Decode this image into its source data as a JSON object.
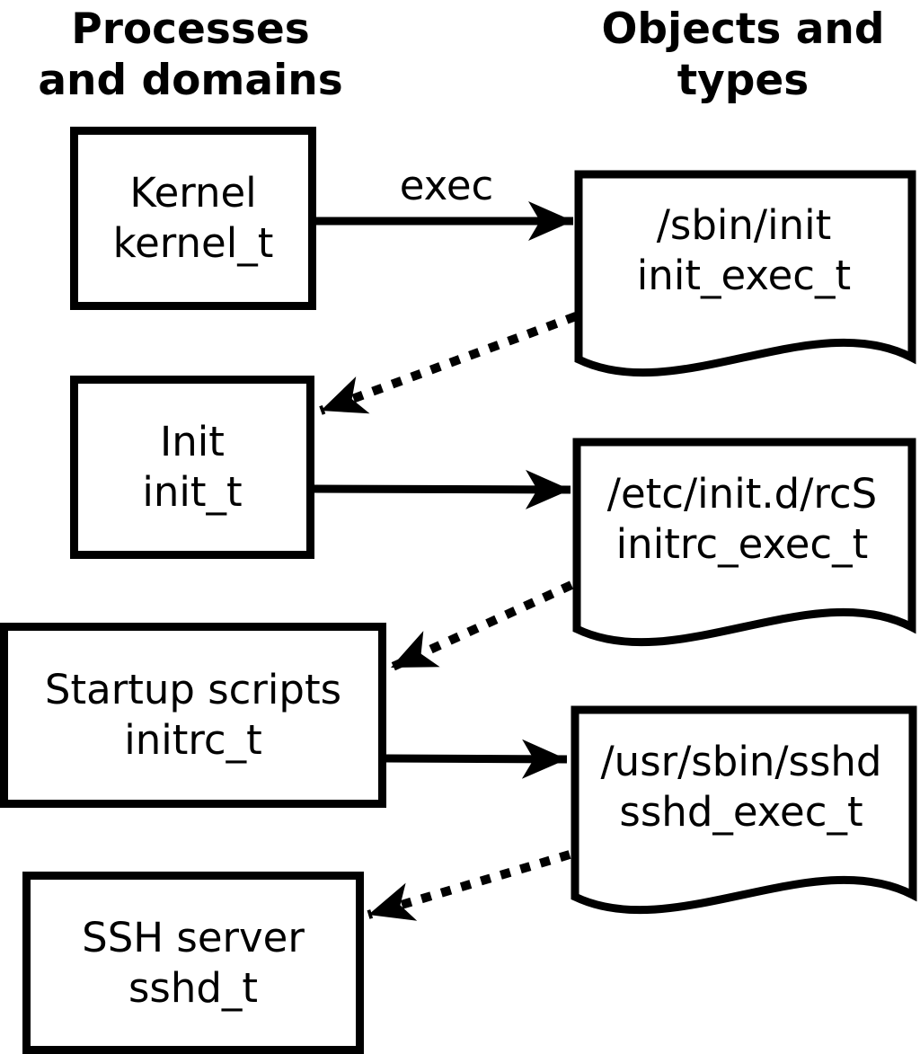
{
  "headers": {
    "left": {
      "line1": "Processes",
      "line2": "and domains"
    },
    "right": {
      "line1": "Objects and",
      "line2": "types"
    }
  },
  "process_nodes": [
    {
      "name": "Kernel",
      "domain": "kernel_t"
    },
    {
      "name": "Init",
      "domain": "init_t"
    },
    {
      "name": "Startup scripts",
      "domain": "initrc_t"
    },
    {
      "name": "SSH server",
      "domain": "sshd_t"
    }
  ],
  "object_nodes": [
    {
      "path": "/sbin/init",
      "type": "init_exec_t"
    },
    {
      "path": "/etc/init.d/rcS",
      "type": "initrc_exec_t"
    },
    {
      "path": "/usr/sbin/sshd",
      "type": "sshd_exec_t"
    }
  ],
  "edges": [
    {
      "from": "kernel_t",
      "to": "init_exec_t",
      "style": "solid",
      "label": "exec"
    },
    {
      "from": "init_exec_t",
      "to": "init_t",
      "style": "dotted",
      "label": ""
    },
    {
      "from": "init_t",
      "to": "initrc_exec_t",
      "style": "solid",
      "label": ""
    },
    {
      "from": "initrc_exec_t",
      "to": "initrc_t",
      "style": "dotted",
      "label": ""
    },
    {
      "from": "initrc_t",
      "to": "sshd_exec_t",
      "style": "solid",
      "label": ""
    },
    {
      "from": "sshd_exec_t",
      "to": "sshd_t",
      "style": "dotted",
      "label": ""
    }
  ],
  "colors": {
    "ink": "#000000",
    "background": "#ffffff"
  }
}
